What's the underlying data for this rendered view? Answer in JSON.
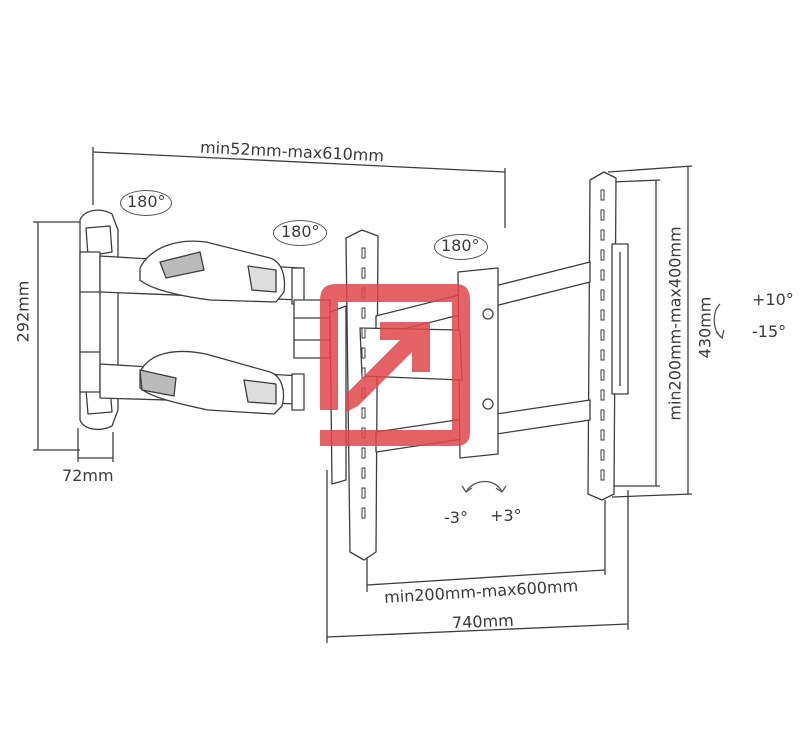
{
  "dimensions": {
    "arm_extension": "min52mm-max610mm",
    "height_left": "292mm",
    "wall_plate_depth": "72mm",
    "vesa_horizontal": "min200mm-max600mm",
    "overall_width": "740mm",
    "vesa_vertical": "min200mm-max400mm",
    "overall_height": "430mm"
  },
  "rotations": {
    "swivel_1": "180°",
    "swivel_2": "180°",
    "swivel_3": "180°",
    "tilt_up": "+10°",
    "tilt_down": "-15°",
    "level_minus": "-3°",
    "level_plus": "+3°"
  },
  "colors": {
    "line": "#3d3d3d",
    "overlay": "#e0474c"
  },
  "icons": {
    "overlay_logo": "external-link-arrow-icon"
  }
}
